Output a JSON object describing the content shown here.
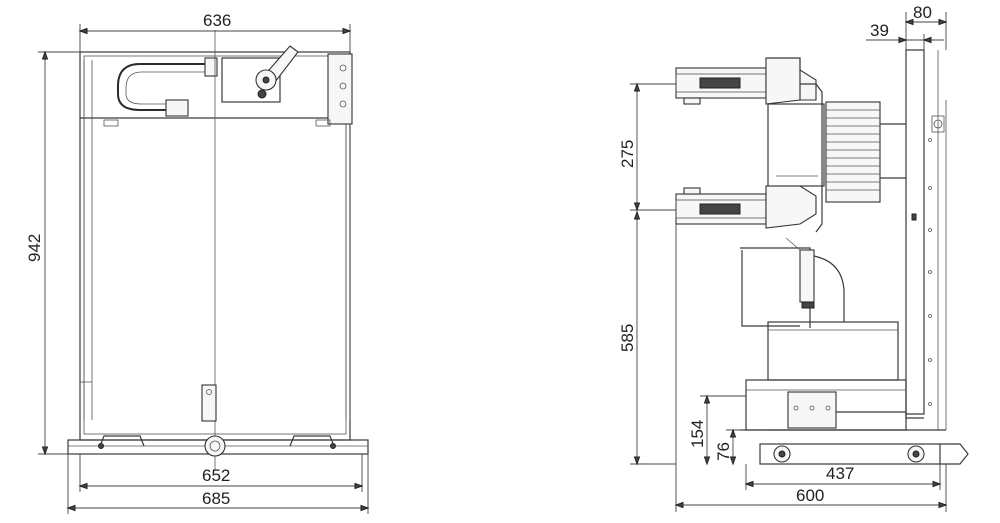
{
  "front_view": {
    "dim_width_top": "636",
    "dim_height": "942",
    "dim_base_inner": "652",
    "dim_base_outer": "685"
  },
  "side_view": {
    "dim_top_80": "80",
    "dim_top_39": "39",
    "dim_275": "275",
    "dim_585": "585",
    "dim_154": "154",
    "dim_76": "76",
    "dim_437": "437",
    "dim_600": "600"
  }
}
